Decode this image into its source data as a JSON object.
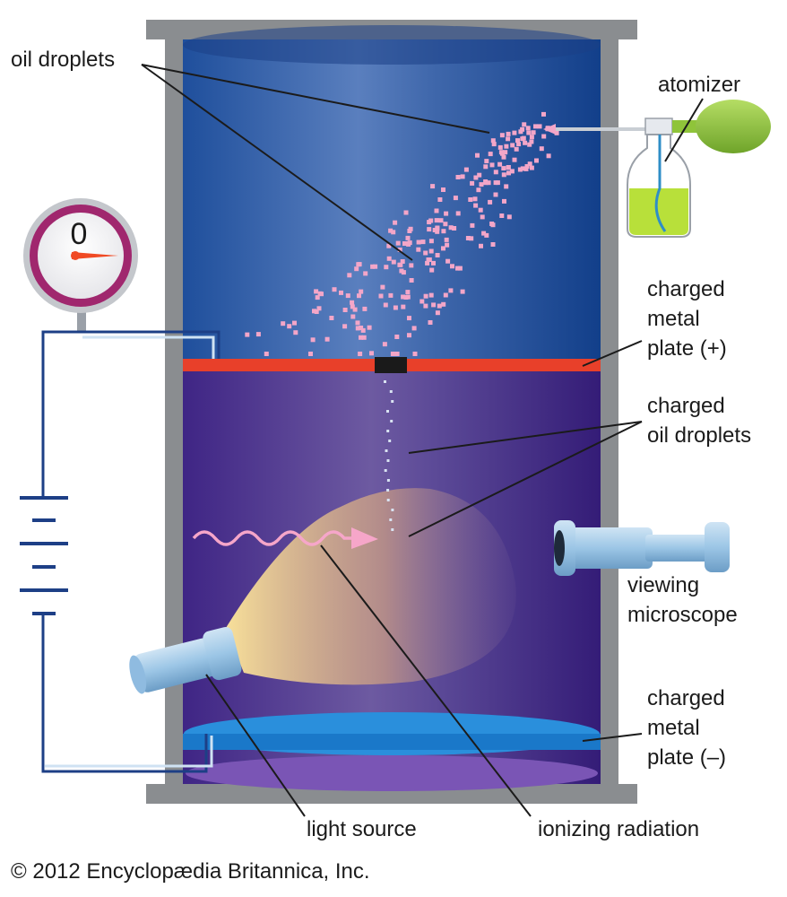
{
  "labels": {
    "oil_droplets": "oil droplets",
    "atomizer": "atomizer",
    "charged_plate_top": [
      "charged",
      "metal",
      "plate (+)"
    ],
    "charged_oil_droplets": [
      "charged",
      "oil droplets"
    ],
    "viewing_microscope": [
      "viewing",
      "microscope"
    ],
    "charged_plate_bottom": [
      "charged",
      "metal",
      "plate (–)"
    ],
    "light_source": "light source",
    "ionizing_radiation": "ionizing radiation"
  },
  "gauge": {
    "reading": "0"
  },
  "credit": "© 2012 Encyclopædia Britannica, Inc.",
  "colors": {
    "chamber_top": "#1f4f9c",
    "chamber_bottom": "#3d2380",
    "positive_plate": "#e8402a",
    "negative_plate": "#1f86d6",
    "frame": "#8a8d90",
    "wire": "#1d3f86",
    "droplet": "#f3a6c8",
    "charged_droplet": "#d9e3f2",
    "atomizer_bulb": "#8fc43a",
    "atomizer_liquid": "#b8e03a",
    "gauge_ring": "#a0276e",
    "gauge_needle": "#f04a24",
    "tube": "#9cc6e6",
    "radiation": "#f6a6c9",
    "light_beam": "#f3d38c"
  }
}
